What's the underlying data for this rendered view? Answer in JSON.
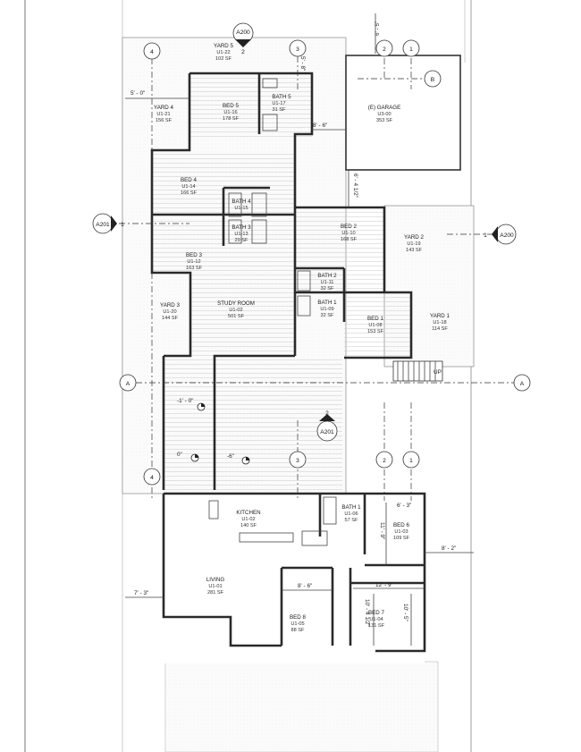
{
  "rooms": [
    {
      "name": "YARD 5",
      "unit": "U1-22",
      "area": "102 SF"
    },
    {
      "name": "YARD 4",
      "unit": "U1-21",
      "area": "156 SF"
    },
    {
      "name": "BED 5",
      "unit": "U1-16",
      "area": "178 SF"
    },
    {
      "name": "BATH 5",
      "unit": "U1-17",
      "area": "31 SF"
    },
    {
      "name": "(E) GARAGE",
      "unit": "U3-00",
      "area": "353 SF"
    },
    {
      "name": "BED 4",
      "unit": "U1-14",
      "area": "166 SF"
    },
    {
      "name": "BATH 4",
      "unit": "U1-15",
      "area": ""
    },
    {
      "name": "BATH 3",
      "unit": "U1-13",
      "area": "29 SF"
    },
    {
      "name": "BED 3",
      "unit": "U1-12",
      "area": "163 SF"
    },
    {
      "name": "BED 2",
      "unit": "U1-10",
      "area": "168 SF"
    },
    {
      "name": "YARD 2",
      "unit": "U1-19",
      "area": "143 SF"
    },
    {
      "name": "BATH 2",
      "unit": "U1-11",
      "area": "32 SF"
    },
    {
      "name": "BATH 1",
      "unit": "U1-09",
      "area": "32 SF"
    },
    {
      "name": "YARD 3",
      "unit": "U1-20",
      "area": "144 SF"
    },
    {
      "name": "STUDY ROOM",
      "unit": "U1-02",
      "area": "501 SF"
    },
    {
      "name": "BED 1",
      "unit": "U1-08",
      "area": "153 SF"
    },
    {
      "name": "YARD 1",
      "unit": "U1-18",
      "area": "114 SF"
    },
    {
      "name": "KITCHEN",
      "unit": "U1-02",
      "area": "140 SF"
    },
    {
      "name": "BATH 1",
      "unit": "U1-06",
      "area": "57 SF"
    },
    {
      "name": "BED 6",
      "unit": "U1-03",
      "area": "109 SF"
    },
    {
      "name": "LIVING",
      "unit": "U1-01",
      "area": "281 SF"
    },
    {
      "name": "BED 8",
      "unit": "U1-05",
      "area": "88 SF"
    },
    {
      "name": "BED 7",
      "unit": "U1-04",
      "area": "131 SF"
    }
  ],
  "dimensions": [
    "5' - 8\"",
    "5' - 0\"",
    "8' - 6\"",
    "6' - 4 1/2\"",
    "6' - 5\"",
    "-1' - 0\"",
    "0\"",
    "-6\"",
    "6' - 3\"",
    "11' - 9\"",
    "8' - 2\"",
    "7' - 3\"",
    "8' - 6\"",
    "12' - 9\"",
    "10' - 4 1/2\"",
    "10' - 5\""
  ],
  "grid_tags": [
    "4",
    "3",
    "2",
    "1",
    "B",
    "A",
    "A",
    "4",
    "3",
    "2",
    "1"
  ],
  "section_tags": {
    "top": "A200",
    "top_num": "2",
    "left": "A201",
    "left_num": "1",
    "right": "A200",
    "right_num": "1",
    "center": "A201",
    "center_num": "2"
  },
  "stair_label": "UP"
}
